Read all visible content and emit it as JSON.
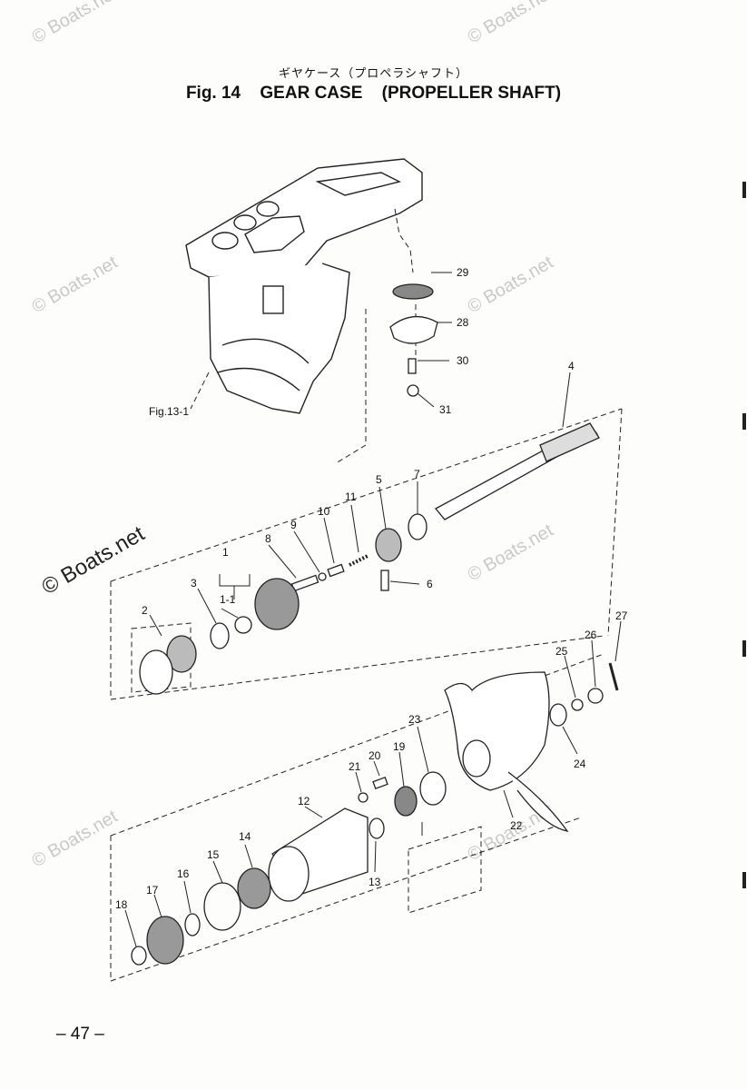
{
  "header": {
    "japanese_title": "ギヤケース（プロペラシャフト）",
    "fig_label": "Fig. 14",
    "fig_title": "GEAR CASE",
    "fig_subtitle": "(PROPELLER SHAFT)"
  },
  "reference_label": "Fig.13-1",
  "watermark": "© Boats.net",
  "callouts": [
    "1",
    "1-1",
    "2",
    "3",
    "4",
    "5",
    "6",
    "7",
    "8",
    "9",
    "10",
    "11",
    "12",
    "13",
    "14",
    "15",
    "16",
    "17",
    "18",
    "19",
    "20",
    "21",
    "22",
    "23",
    "24",
    "25",
    "26",
    "27",
    "28",
    "29",
    "30",
    "31"
  ],
  "page_number": "– 47 –",
  "colors": {
    "ink": "#111111",
    "watermark": "#c9c9c9",
    "paper": "#fdfdfc"
  }
}
